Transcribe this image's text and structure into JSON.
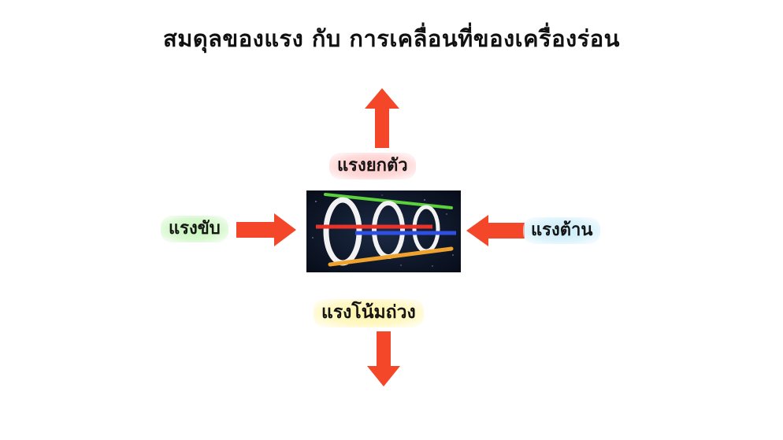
{
  "title": "สมดุลของแรง กับ การเคลื่อนที่ของเครื่องร่อน",
  "forces": {
    "lift": {
      "label": "แรงยกตัว",
      "direction": "up",
      "highlight": "#ffcfcf"
    },
    "thrust": {
      "label": "แรงขับ",
      "direction": "right",
      "highlight": "#c9f5bf"
    },
    "drag": {
      "label": "แรงต้าน",
      "direction": "left",
      "highlight": "#cdeefb"
    },
    "weight": {
      "label": "แรงโน้มถ่วง",
      "direction": "down",
      "highlight": "#fff5ad"
    }
  },
  "colors": {
    "arrow": "#f4472a",
    "image_background": "#0b1426",
    "line_green": "#5bd13c",
    "line_red": "#e8322a",
    "line_blue": "#2f4fe0",
    "line_orange": "#f0a22e",
    "rings": "#f2f2f2"
  },
  "center_image": {
    "icon": "glider-rings-icon"
  }
}
